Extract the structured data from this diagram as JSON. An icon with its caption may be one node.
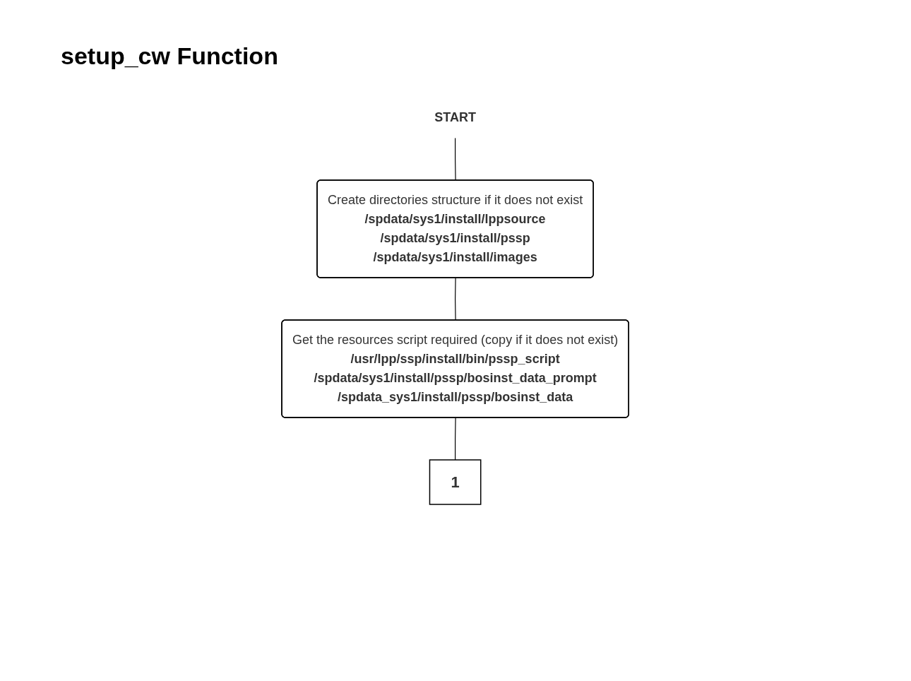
{
  "diagram": {
    "title": "setup_cw Function",
    "nodes": [
      {
        "text": [
          "START"
        ]
      },
      {
        "text": [
          "Create directories structure if it does not exist",
          "/spdata/sys1/install/lppsource",
          "/spdata/sys1/install/pssp",
          "/spdata/sys1/install/images"
        ]
      },
      {
        "text": [
          "Get the resources script required (copy if it does not exist)",
          "/usr/lpp/ssp/install/bin/pssp_script",
          "/spdata/sys1/install/pssp/bosinst_data_prompt",
          "/spdata_sys1/install/pssp/bosinst_data"
        ]
      },
      {
        "text": [
          "1"
        ]
      }
    ],
    "edges": [
      {
        "from": 0,
        "to": 1,
        "arrow": "none"
      },
      {
        "from": 1,
        "to": 2,
        "arrow": "none"
      },
      {
        "from": 2,
        "to": 3,
        "arrow": "none"
      }
    ]
  }
}
